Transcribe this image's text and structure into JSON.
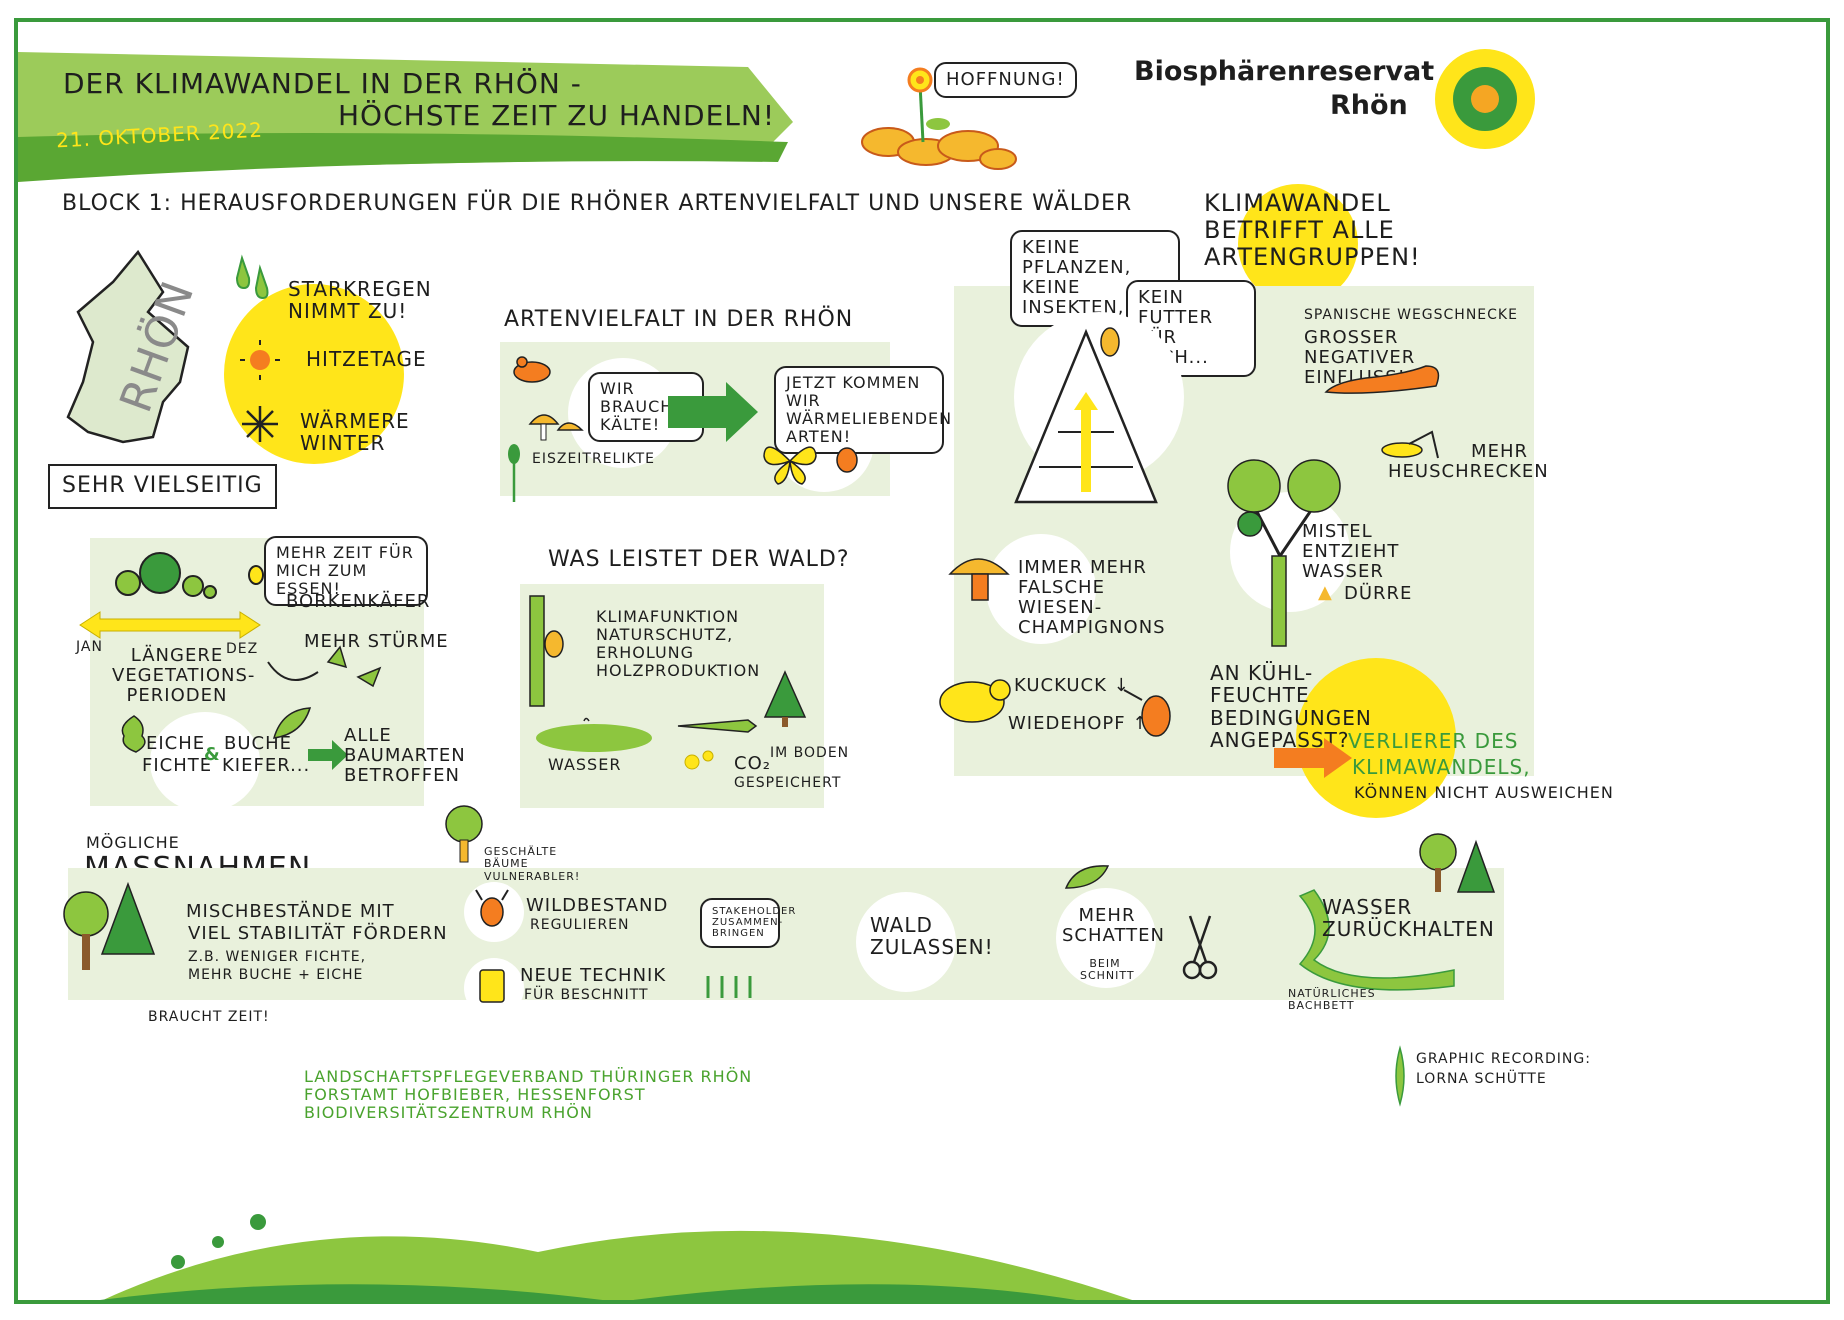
{
  "header": {
    "title_line1": "DER KLIMAWANDEL IN DER RHÖN -",
    "title_line2": "HÖCHSTE ZEIT ZU HANDELN!",
    "date": "21. OKTOBER 2022",
    "hope_label": "HOFFNUNG!",
    "org_line1": "Biosphärenreservat",
    "org_line2": "Rhön"
  },
  "block1": {
    "heading": "BLOCK 1: HERAUSFORDERUNGEN FÜR DIE RHÖNER ARTENVIELFALT UND UNSERE WÄLDER",
    "map_label": "RHÖN",
    "diverse_label": "SEHR VIELSEITIG",
    "climate": {
      "rain": "STARKREGEN NIMMT ZU!",
      "heat": "HITZETAGE",
      "winter": "WÄRMERE WINTER"
    }
  },
  "forest_panel": {
    "speech": "MEHR ZEIT FÜR MICH ZUM ESSEN!",
    "beetle": "BORKENKÄFER",
    "jan": "JAN",
    "dez": "DEZ",
    "vegetation": "LÄNGERE VEGETATIONS-PERIODEN",
    "storms": "MEHR STÜRME",
    "tree_left_1": "EICHE",
    "tree_left_2": "FICHTE",
    "amp": "&",
    "tree_right_1": "BUCHE",
    "tree_right_2": "KIEFER...",
    "all_species": "ALLE BAUMARTEN BETROFFEN"
  },
  "artenvielfalt": {
    "heading": "ARTENVIELFALT IN DER RHÖN",
    "need_cold": "WIR BRAUCHEN KÄLTE!",
    "relicts": "EISZEITRELIKTE",
    "warm_species": "JETZT KOMMEN WIR WÄRMELIEBENDEN ARTEN!"
  },
  "wald": {
    "heading": "WAS LEISTET DER WALD?",
    "functions": "KLIMAFUNKTION NATURSCHUTZ, ERHOLUNG HOLZPRODUKTION",
    "water": "WASSER",
    "co2": "CO₂",
    "co2_stored_1": "IM BODEN",
    "co2_stored_2": "GESPEICHERT"
  },
  "right": {
    "headline": "KLIMAWANDEL BETRIFFT ALLE ARTENGRUPPEN!",
    "no_plants": "KEINE PFLANZEN, KEINE INSEKTEN,",
    "no_food": "KEIN FUTTER FÜR MICH...",
    "slug_title": "SPANISCHE WEGSCHNECKE",
    "slug_text": "GROSSER NEGATIVER EINFLUSS!",
    "grasshopper": "MEHR HEUSCHRECKEN",
    "mistletoe": "MISTEL ENTZIEHT WASSER",
    "drought": "DÜRRE",
    "mushrooms": "IMMER MEHR FALSCHE WIESEN-CHAMPIGNONS",
    "cuckoo": "KUCKUCK ↓",
    "hoopoe": "WIEDEHOPF ↑",
    "adapted": "AN KÜHL-FEUCHTE BEDINGUNGEN ANGEPASST?",
    "losers_1": "VERLIERER DES",
    "losers_2": "KLIMAWANDELS,",
    "losers_3": "KÖNNEN NICHT AUSWEICHEN"
  },
  "measures": {
    "kicker": "MÖGLICHE",
    "title": "MASSNAHMEN",
    "mixed_1": "MISCHBESTÄNDE MIT",
    "mixed_2": "VIEL STABILITÄT FÖRDERN",
    "mixed_sub_1": "Z.B. WENIGER FICHTE,",
    "mixed_sub_2": "MEHR BUCHE + EICHE",
    "needs_time": "BRAUCHT ZEIT!",
    "peeled": "GESCHÄLTE BÄUME VULNERABLER!",
    "game": "WILDBESTAND",
    "game_sub": "REGULIEREN",
    "tech": "NEUE TECHNIK",
    "tech_sub": "FÜR BESCHNITT",
    "stakeholder": "STAKEHOLDER ZUSAMMEN-BRINGEN",
    "allow": "WALD ZULASSEN!",
    "shade": "MEHR SCHATTEN",
    "shade_sub": "BEIM SCHNITT",
    "water": "WASSER ZURÜCKHALTEN",
    "streambed": "NATÜRLICHES BACHBETT"
  },
  "footer": {
    "partner_1": "LANDSCHAFTSPFLEGEVERBAND THÜRINGER RHÖN",
    "partner_2": "FORSTAMT HOFBIEBER, HESSENFORST",
    "partner_3": "BIODIVERSITÄTSZENTRUM RHÖN",
    "credit_1": "GRAPHIC RECORDING:",
    "credit_2": "LORNA SCHÜTTE"
  },
  "colors": {
    "frame_green": "#3a9a3c",
    "banner_green": "#8dc63f",
    "panel": "#e9f1dc",
    "yellow": "#ffe51a",
    "orange": "#f47d20"
  }
}
